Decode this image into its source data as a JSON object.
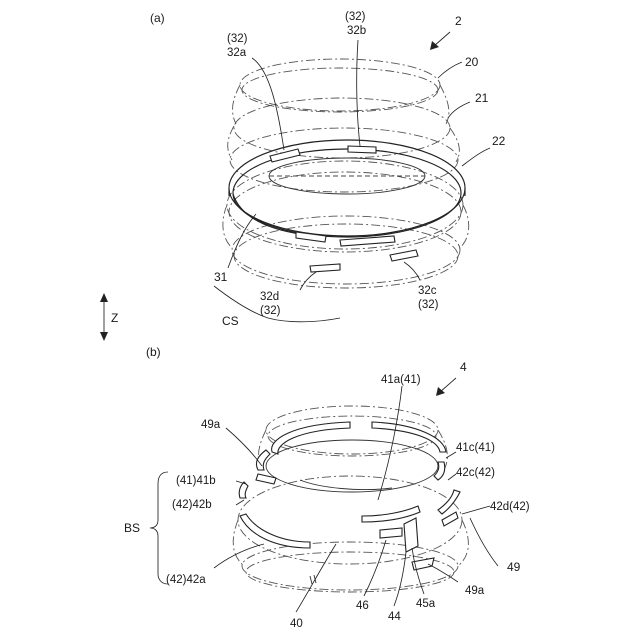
{
  "panels": {
    "a": {
      "tag": "(a)"
    },
    "b": {
      "tag": "(b)"
    }
  },
  "axis_label": "Z",
  "labels_a": {
    "ref_2": "2",
    "ref_20": "20",
    "ref_21": "21",
    "ref_22": "22",
    "ref_32a_paren": "(32)",
    "ref_32a": "32a",
    "ref_32b_paren": "(32)",
    "ref_32b": "32b",
    "ref_31": "31",
    "ref_32d": "32d",
    "ref_32d_paren": "(32)",
    "ref_32c": "32c",
    "ref_32c_paren": "(32)",
    "ref_cs": "CS"
  },
  "labels_b": {
    "ref_4": "4",
    "ref_41a": "41a(41)",
    "ref_49a_top": "49a",
    "ref_41c": "41c(41)",
    "ref_42c": "42c(42)",
    "ref_41b": "(41)41b",
    "ref_42b": "(42)42b",
    "ref_42d": "42d(42)",
    "ref_bs": "BS",
    "ref_49": "49",
    "ref_42a": "(42)42a",
    "ref_49a_bottom": "49a",
    "ref_45a": "45a",
    "ref_46": "46",
    "ref_44": "44",
    "ref_40": "40"
  },
  "icons": {
    "assembly_arrow_a": "diagonal-pointer-arrow-icon",
    "assembly_arrow_b": "diagonal-pointer-arrow-icon",
    "z_axis": "double-headed-vertical-arrow-icon"
  }
}
